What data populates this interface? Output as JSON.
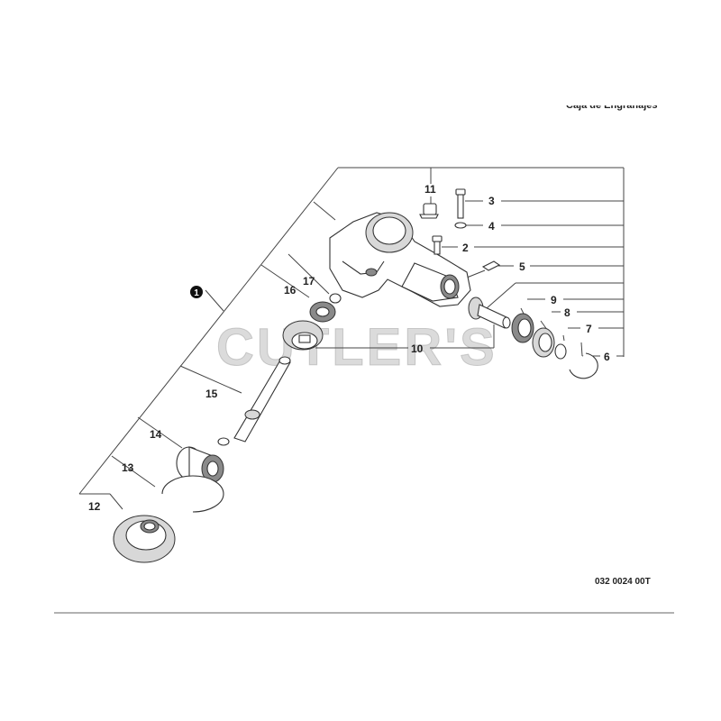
{
  "title": "Caja de Engranajes",
  "diagram_code": "032 0024 00T",
  "watermark": "CUTLER'S",
  "assembly_callout": "1",
  "parts": [
    {
      "id": "2",
      "label": "2"
    },
    {
      "id": "3",
      "label": "3"
    },
    {
      "id": "4",
      "label": "4"
    },
    {
      "id": "5",
      "label": "5"
    },
    {
      "id": "6",
      "label": "6"
    },
    {
      "id": "7",
      "label": "7"
    },
    {
      "id": "8",
      "label": "8"
    },
    {
      "id": "9",
      "label": "9"
    },
    {
      "id": "10",
      "label": "10"
    },
    {
      "id": "11",
      "label": "11"
    },
    {
      "id": "12",
      "label": "12"
    },
    {
      "id": "13",
      "label": "13"
    },
    {
      "id": "14",
      "label": "14"
    },
    {
      "id": "15",
      "label": "15"
    },
    {
      "id": "16",
      "label": "16"
    },
    {
      "id": "17",
      "label": "17"
    }
  ]
}
